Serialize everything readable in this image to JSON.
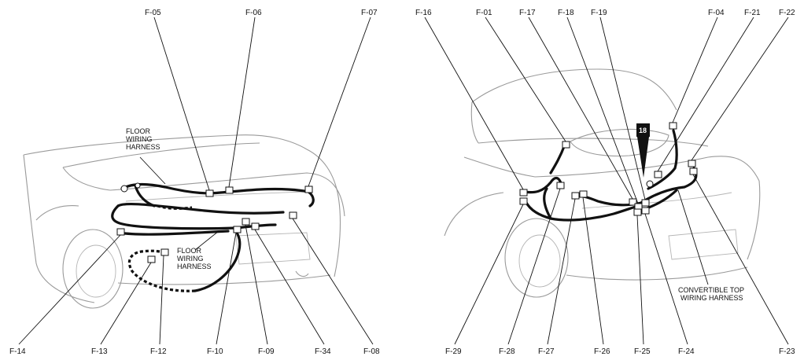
{
  "labels": {
    "f05": "F-05",
    "f06": "F-06",
    "f07": "F-07",
    "f14": "F-14",
    "f13": "F-13",
    "f12": "F-12",
    "f10": "F-10",
    "f09": "F-09",
    "f34": "F-34",
    "f08": "F-08",
    "f16": "F-16",
    "f01": "F-01",
    "f17": "F-17",
    "f18": "F-18",
    "f19": "F-19",
    "f04": "F-04",
    "f21": "F-21",
    "f22": "F-22",
    "f29": "F-29",
    "f28": "F-28",
    "f27": "F-27",
    "f26": "F-26",
    "f25": "F-25",
    "f24": "F-24",
    "f23": "F-23"
  },
  "notes": {
    "floor_upper": [
      "FLOOR",
      "WIRING",
      "HARNESS"
    ],
    "floor_lower": [
      "FLOOR",
      "WIRING",
      "HARNESS"
    ],
    "convertible": [
      "CONVERTIBLE TOP",
      "WIRING HARNESS"
    ]
  },
  "badge": "18"
}
